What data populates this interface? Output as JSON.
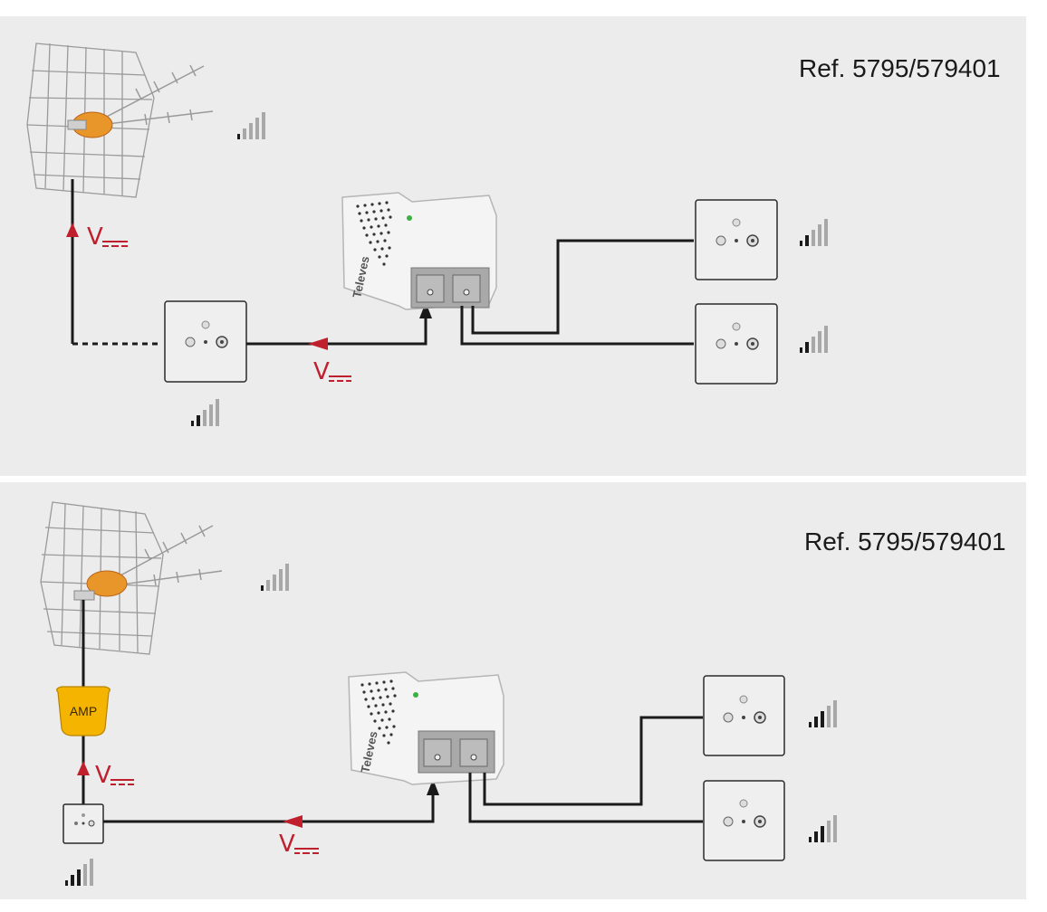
{
  "panels": [
    {
      "reference": "Ref. 5795/579401",
      "voltage_up": "V",
      "voltage_line": "V"
    },
    {
      "reference": "Ref. 5795/579401",
      "amplifier": "AMP",
      "voltage_up": "V",
      "voltage_line": "V"
    }
  ],
  "device_brand": "Televes",
  "colors": {
    "accent": "#c0202e",
    "panel": "#ececec",
    "cable": "#1a1a1a",
    "antenna_body": "#e8952a"
  }
}
